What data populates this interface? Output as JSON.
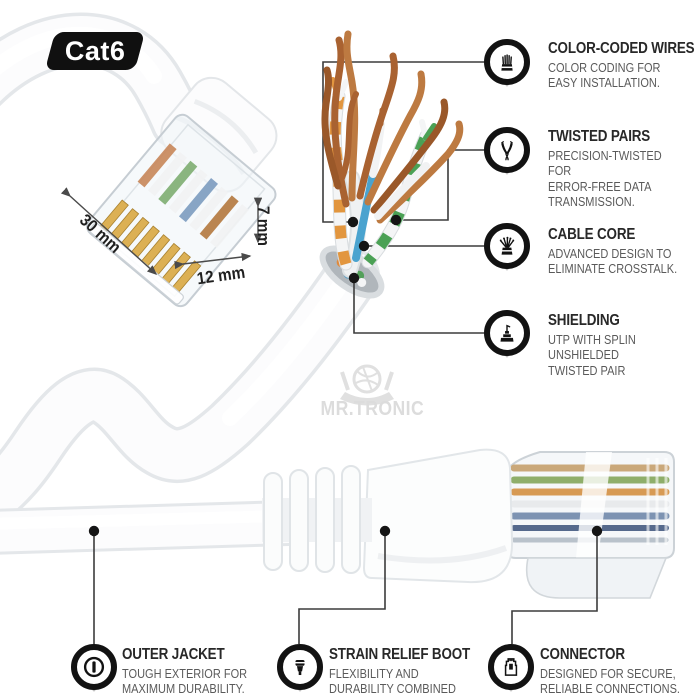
{
  "badge": {
    "label": "Cat6"
  },
  "dimensions": {
    "length": "30 mm",
    "width": "12 mm",
    "height": "7 mm"
  },
  "watermark": {
    "brand": "MR.TRONIC",
    "logo_icon": "globe-hands-logo"
  },
  "callouts": {
    "right": [
      {
        "icon": "color-coded-wires-icon",
        "title": "COLOR-CODED WIRES",
        "description": "COLOR CODING FOR\nEASY INSTALLATION."
      },
      {
        "icon": "twisted-pairs-icon",
        "title": "TWISTED PAIRS",
        "description": "PRECISION-TWISTED FOR\nERROR-FREE DATA\nTRANSMISSION."
      },
      {
        "icon": "cable-core-icon",
        "title": "CABLE CORE",
        "description": "ADVANCED DESIGN TO\nELIMINATE CROSSTALK."
      },
      {
        "icon": "shielding-icon",
        "title": "SHIELDING",
        "description": "UTP WITH SPLIN\nUNSHIELDED\nTWISTED PAIR"
      }
    ],
    "bottom": [
      {
        "icon": "outer-jacket-icon",
        "title": "OUTER JACKET",
        "description": "TOUGH EXTERIOR FOR\nMAXIMUM DURABILITY."
      },
      {
        "icon": "strain-relief-boot-icon",
        "title": "STRAIN RELIEF BOOT",
        "description": "FLEXIBILITY AND\nDURABILITY COMBINED"
      },
      {
        "icon": "connector-icon",
        "title": "CONNECTOR",
        "description": "DESIGNED FOR SECURE,\nRELIABLE CONNECTIONS."
      }
    ]
  },
  "colors": {
    "accent_black": "#121212",
    "title_text": "#282828",
    "body_text": "#5a5a5a",
    "watermark": "#dcdcdc",
    "wire_copper": "#a96231",
    "wire_orange": "#e2963f",
    "wire_green": "#4ba155",
    "wire_blue": "#4aa3cf",
    "pin_gold": "#dcb054",
    "cable_white": "#fcfcfd"
  }
}
